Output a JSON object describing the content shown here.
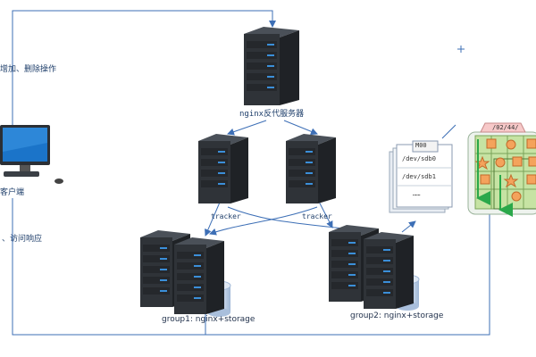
{
  "labels": {
    "client_top_action": "增加、删除操作",
    "client_name": "客户端",
    "client_bottom_action": "、访问响应",
    "nginx_proxy": "nginx反代服务器",
    "tracker_left": "tracker",
    "tracker_right": "tracker",
    "group1": "group1: nginx+storage",
    "group2": "group2: nginx+storage",
    "m00": "M00",
    "sdb0": "/dev/sdb0",
    "sdb1": "/dev/sdb1",
    "sdb_more": "……",
    "path_tab": "/02/44/"
  },
  "colors": {
    "connector": "#3d6fb6",
    "server_body": "#2f3338",
    "server_light": "#3b8fd9",
    "grid_fill": "#c6e3a3",
    "grid_stroke": "#7aa35a",
    "shape_fill": "#f4a35c",
    "tab_fill": "#f7c9c9",
    "arrow_green": "#2aa84a"
  }
}
